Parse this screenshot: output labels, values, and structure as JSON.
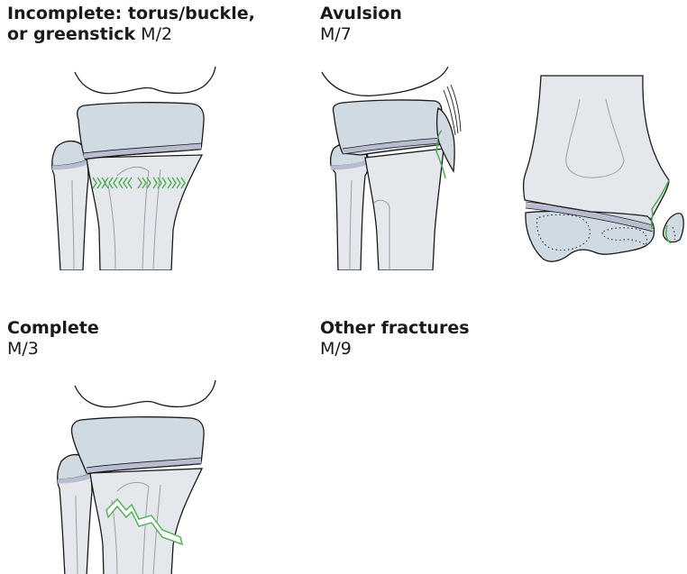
{
  "panels": {
    "incomplete": {
      "title_line1": "Incomplete: torus/buckle,",
      "title_line2": "or greenstick",
      "code": "M/2"
    },
    "avulsion": {
      "title": "Avulsion",
      "code": "M/7"
    },
    "complete": {
      "title": "Complete",
      "code": "M/3"
    },
    "other": {
      "title": "Other fractures",
      "code": "M/9"
    }
  },
  "colors": {
    "bone_fill": "#e4e7ec",
    "epiphysis_fill": "#cfdae2",
    "growth_plate": "#b8bcd0",
    "fracture_line": "#4caf50",
    "outline": "#1a1a1a",
    "inner_line": "#9a9ea8"
  }
}
